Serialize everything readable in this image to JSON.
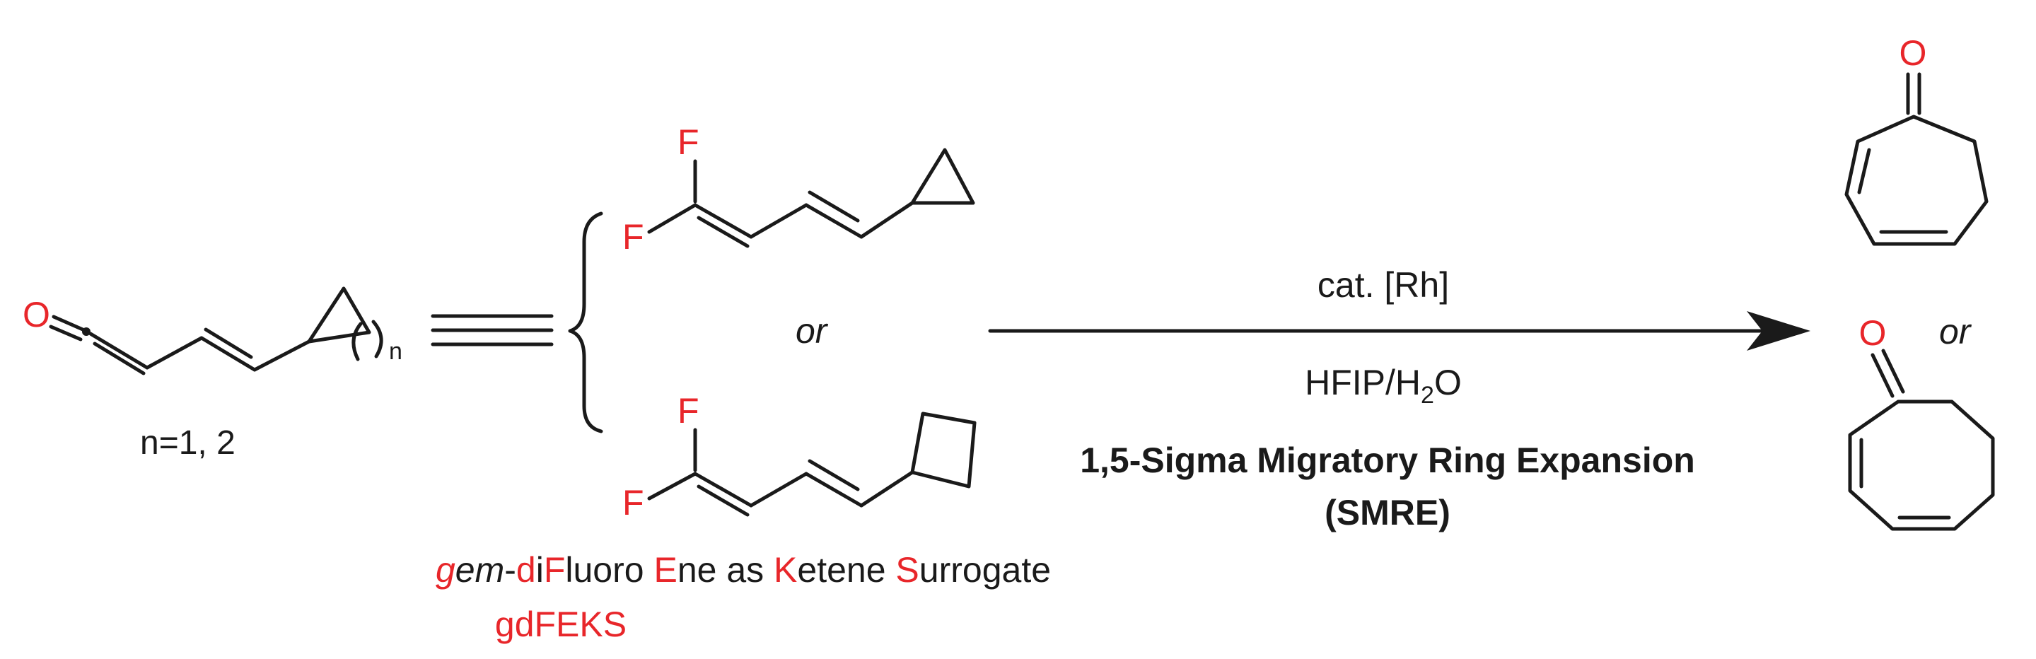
{
  "colors": {
    "bond": "#1a1a1a",
    "heteroatom": "#e8262a",
    "text": "#1a1a1a",
    "background": "#ffffff"
  },
  "atoms": {
    "oxygen": "O",
    "fluorine": "F"
  },
  "left": {
    "subscript_n": "n",
    "n_label": "n=1, 2"
  },
  "middle": {
    "or_label": "or",
    "surrogate_caption": {
      "parts": [
        {
          "text": "g",
          "red": true,
          "italic": true
        },
        {
          "text": "em",
          "red": false,
          "italic": true
        },
        {
          "text": "-",
          "red": false,
          "italic": false
        },
        {
          "text": "d",
          "red": true,
          "italic": false
        },
        {
          "text": "i",
          "red": false,
          "italic": false
        },
        {
          "text": "F",
          "red": true,
          "italic": false
        },
        {
          "text": "luoro ",
          "red": false,
          "italic": false
        },
        {
          "text": "E",
          "red": true,
          "italic": false
        },
        {
          "text": "ne as ",
          "red": false,
          "italic": false
        },
        {
          "text": "K",
          "red": true,
          "italic": false
        },
        {
          "text": "etene ",
          "red": false,
          "italic": false
        },
        {
          "text": "S",
          "red": true,
          "italic": false
        },
        {
          "text": "urrogate",
          "red": false,
          "italic": false
        }
      ],
      "acronym": "gdFEKS"
    }
  },
  "reaction": {
    "catalyst": "cat. [Rh]",
    "solvent_main": "HFIP/H",
    "solvent_sub": "2",
    "solvent_tail": "O",
    "name": "1,5-Sigma Migratory Ring Expansion",
    "abbrev": "(SMRE)"
  },
  "products": {
    "or_label": "or"
  }
}
